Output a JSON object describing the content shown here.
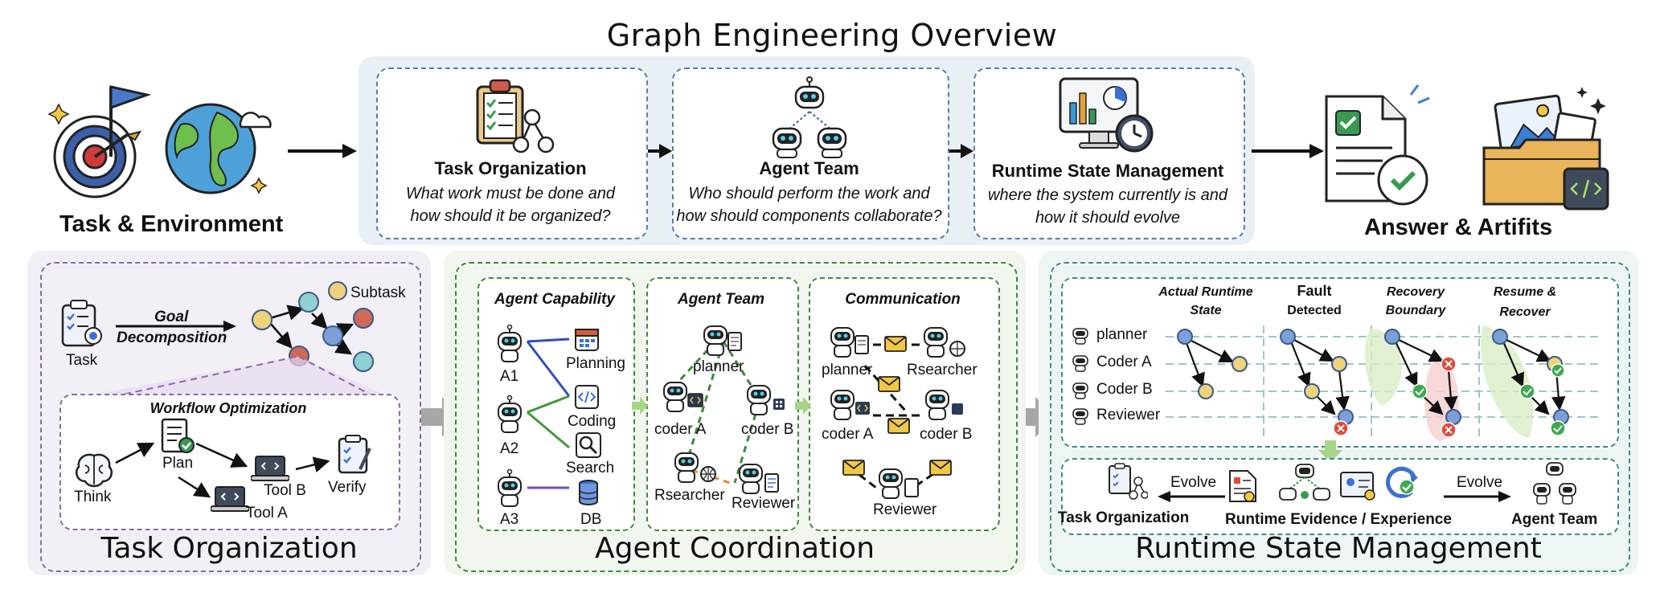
{
  "title": "Graph Engineering Overview",
  "top": {
    "task_env_label": "Task & Environment",
    "answer_label": "Answer & Artifits",
    "boxes": [
      {
        "title": "Task Organization",
        "q1": "What work must be done and",
        "q2": "how should it be organized?"
      },
      {
        "title": "Agent Team",
        "q1": "Who should perform the work and",
        "q2": "how should components collaborate?"
      },
      {
        "title": "Runtime State Management",
        "q1": "where the system currently is and",
        "q2": "how it should evolve"
      }
    ]
  },
  "panel_task": {
    "title": "Task Organization",
    "task_label": "Task",
    "goal_label": "Goal",
    "decomp_label": "Decomposition",
    "subtask_label": "Subtask",
    "workflow_title": "Workflow Optimization",
    "think": "Think",
    "plan": "Plan",
    "tool_b": "Tool B",
    "tool_a": "Tool A",
    "verify": "Verify"
  },
  "panel_agent": {
    "title": "Agent Coordination",
    "capability_title": "Agent Capability",
    "team_title": "Agent Team",
    "comm_title": "Communication",
    "agents": [
      "A1",
      "A2",
      "A3"
    ],
    "skills": [
      "Planning",
      "Coding",
      "Search",
      "DB"
    ],
    "team_nodes": [
      "planner",
      "coder A",
      "coder B",
      "Rsearcher",
      "Reviewer"
    ],
    "comm_nodes": [
      "planner",
      "Rsearcher",
      "coder A",
      "coder B",
      "Reviewer"
    ]
  },
  "panel_runtime": {
    "title": "Runtime State Management",
    "col_titles": [
      {
        "l1": "Actual Runtime",
        "l2": "State",
        "style": "italic"
      },
      {
        "l1": "Fault",
        "l2": "Detected",
        "style": "normal"
      },
      {
        "l1": "Recovery",
        "l2": "Boundary",
        "style": "italic"
      },
      {
        "l1": "Resume &",
        "l2": "Recover",
        "style": "italic"
      }
    ],
    "roles": [
      "planner",
      "Coder A",
      "Coder B",
      "Reviewer"
    ],
    "bottom": {
      "left": "Task Organization",
      "evolve_left": "Evolve",
      "center": "Runtime Evidence / Experience",
      "evolve_right": "Evolve",
      "right": "Agent Team"
    }
  },
  "colors": {
    "top_band": "#eaf1f6",
    "panel_task_bg": "#f3eff7",
    "panel_task_border": "#8d6aa6",
    "panel_agent_bg": "#f1f6ee",
    "panel_agent_border": "#3f8a3a",
    "panel_runtime_bg": "#eef5f5",
    "panel_runtime_border": "#3e8a8c",
    "node_blue": "#7c9fd8",
    "node_yellow": "#efd27a",
    "node_red": "#cf6a5a",
    "node_teal": "#8fd0d2"
  }
}
